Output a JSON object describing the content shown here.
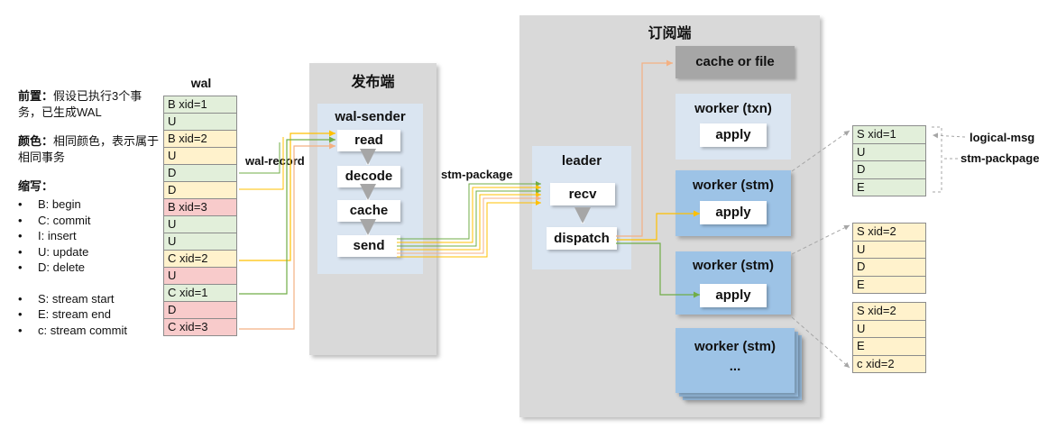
{
  "colors": {
    "green_fill": "#e2efda",
    "yellow_fill": "#fff2cc",
    "red_fill": "#f8cbcb",
    "panel_gray": "#d9d9d9",
    "light_blue": "#dae5f1",
    "worker_blue": "#9dc3e6",
    "cache_gray": "#a6a6a6",
    "wire_green": "#70ad47",
    "wire_yellow": "#ffc000",
    "wire_pink": "#f4b183",
    "wire_gray": "#a6a6a6"
  },
  "legend": {
    "precondition_label": "前置：",
    "precondition_text": "假设已执行3个事务，已生成WAL",
    "color_label": "颜色：",
    "color_text": "相同颜色，表示属于相同事务",
    "abbrev_title": "缩写：",
    "abbrev_items": [
      "B: begin",
      "C: commit",
      "I:  insert",
      "U: update",
      "D: delete"
    ],
    "stream_items": [
      "S: stream start",
      "E: stream end",
      "c: stream commit"
    ]
  },
  "wal": {
    "title": "wal",
    "records": [
      {
        "text": "B xid=1",
        "color": "green"
      },
      {
        "text": "U",
        "color": "green"
      },
      {
        "text": "B xid=2",
        "color": "yellow"
      },
      {
        "text": "U",
        "color": "yellow"
      },
      {
        "text": "D",
        "color": "green"
      },
      {
        "text": "D",
        "color": "yellow"
      },
      {
        "text": "B xid=3",
        "color": "red"
      },
      {
        "text": "U",
        "color": "green"
      },
      {
        "text": "U",
        "color": "green"
      },
      {
        "text": "C xid=2",
        "color": "yellow"
      },
      {
        "text": "U",
        "color": "red"
      },
      {
        "text": "C xid=1",
        "color": "green"
      },
      {
        "text": "D",
        "color": "red"
      },
      {
        "text": "C xid=3",
        "color": "red"
      }
    ]
  },
  "labels": {
    "wal_record": "wal-record",
    "stm_package": "stm-package",
    "logical_msg": "logical-msg",
    "stm_packpage": "stm-packpage"
  },
  "publisher": {
    "title": "发布端",
    "wal_sender": "wal-sender",
    "steps": [
      "read",
      "decode",
      "cache",
      "send"
    ]
  },
  "subscriber": {
    "title": "订阅端",
    "cache_or_file": "cache or file",
    "leader": "leader",
    "recv": "recv",
    "dispatch": "dispatch",
    "worker_txn": "worker (txn)",
    "worker_stm": "worker (stm)",
    "apply": "apply",
    "ellipsis": "..."
  },
  "messages": [
    {
      "rows": [
        {
          "text": "S xid=1",
          "color": "green"
        },
        {
          "text": "U",
          "color": "green"
        },
        {
          "text": "D",
          "color": "green"
        },
        {
          "text": "E",
          "color": "green"
        }
      ]
    },
    {
      "rows": [
        {
          "text": "S xid=2",
          "color": "yellow"
        },
        {
          "text": "U",
          "color": "yellow"
        },
        {
          "text": "D",
          "color": "yellow"
        },
        {
          "text": "E",
          "color": "yellow"
        }
      ]
    },
    {
      "rows": [
        {
          "text": "S xid=2",
          "color": "yellow"
        },
        {
          "text": "U",
          "color": "yellow"
        },
        {
          "text": "E",
          "color": "yellow"
        },
        {
          "text": "c xid=2",
          "color": "yellow"
        }
      ]
    }
  ]
}
